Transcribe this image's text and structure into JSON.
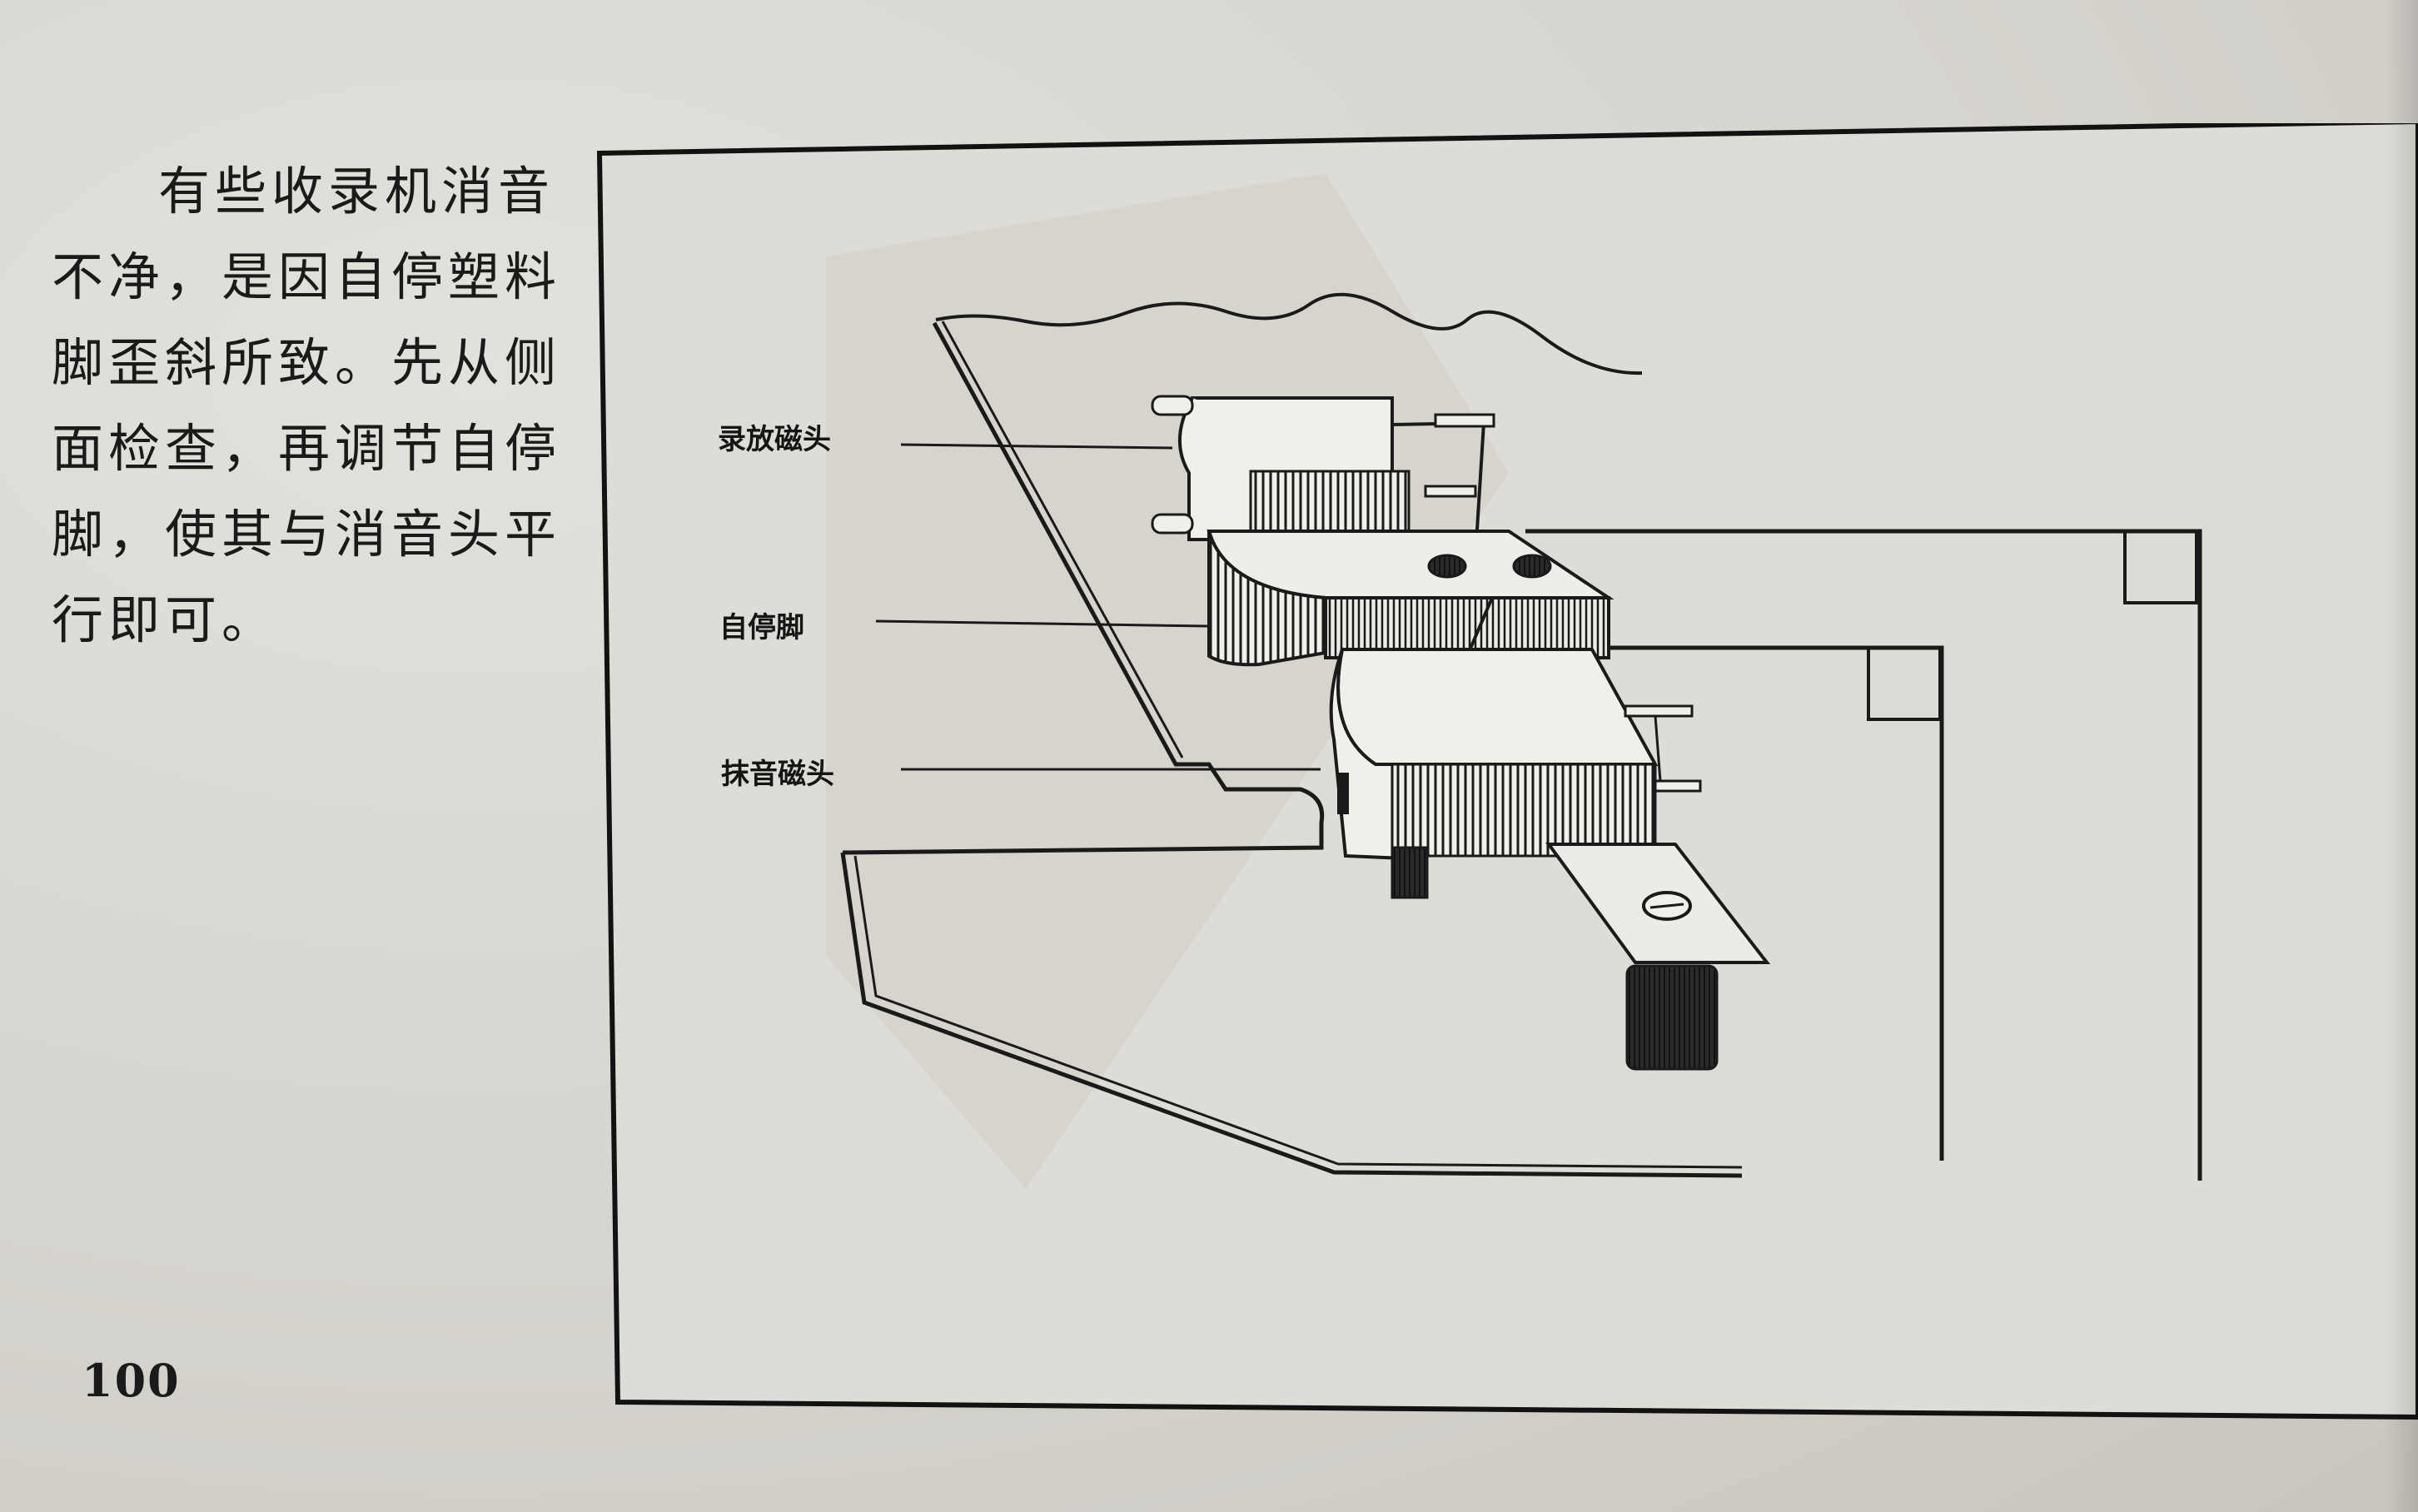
{
  "text": {
    "lines": [
      "有些收录机消音",
      "不净，是因自停塑料",
      "脚歪斜所致。先从侧",
      "面检查，再调节自停",
      "脚，使其与消音头平",
      "行即可。"
    ]
  },
  "figure": {
    "labels": {
      "record_play_head": "录放磁头",
      "auto_stop_foot": "自停脚",
      "erase_head": "抹音磁头"
    }
  },
  "page_number": "100"
}
